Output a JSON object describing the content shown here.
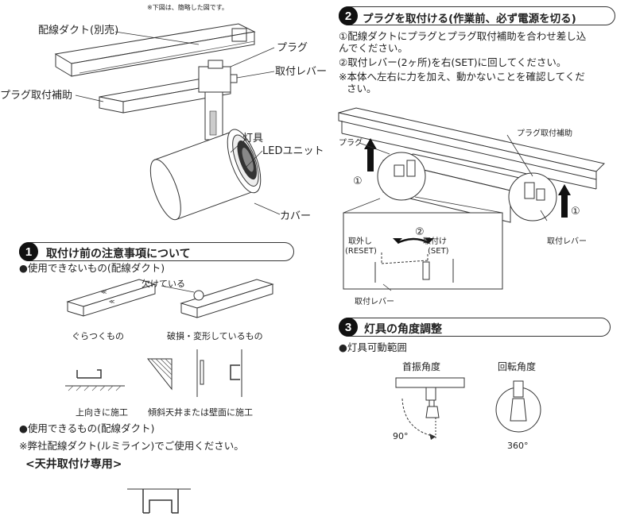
{
  "note_simplified": "※下図は、簡略した図です。",
  "fixture": {
    "duct_label": "配線ダクト(別売)",
    "plug_label": "プラグ",
    "lever_label": "取付レバー",
    "plug_assist_label": "プラグ取付補助",
    "fixture_label": "灯具",
    "led_label": "LEDユニット",
    "cover_label": "カバー"
  },
  "section1": {
    "number": "1",
    "title": "取付け前の注意事項について",
    "cannot_use": "●使用できないもの(配線ダクト)",
    "chipped_label": "欠けている",
    "wobbly_caption": "ぐらつくもの",
    "damaged_caption": "破損・変形しているもの",
    "upward_caption": "上向きに施工",
    "slant_caption": "傾斜天井または壁面に施工",
    "can_use": "●使用できるもの(配線ダクト)",
    "company_note": "※弊社配線ダクト(ルミライン)でご使用ください。",
    "ceiling_only": "<天井取付け専用>"
  },
  "section2": {
    "number": "2",
    "title": "プラグを取付ける(作業前、必ず電源を切る)",
    "step1_line1": "①配線ダクトにプラグとプラグ取付補助を合わせ差し込",
    "step1_line2": "んでください。",
    "step2": "②取付レバー(2ヶ所)を右(SET)に回してください。",
    "note_line1": "※本体へ左右に力を加え、動かないことを確認してくだ",
    "note_line2": "さい。",
    "plug_assist_label": "プラグ取付補助",
    "plug_label": "プラグ",
    "circle1": "①",
    "circle2": "②",
    "lever_label": "取付レバー",
    "reset_label": "取外し",
    "reset_en": "(RESET)",
    "set_label": "取付け",
    "set_en": "(SET)",
    "lever_label2": "取付レバー"
  },
  "section3": {
    "number": "3",
    "title": "灯具の角度調整",
    "range_label": "●灯具可動範囲",
    "tilt_label": "首振角度",
    "rotate_label": "回転角度",
    "tilt_value": "90°",
    "rotate_value": "360°"
  }
}
